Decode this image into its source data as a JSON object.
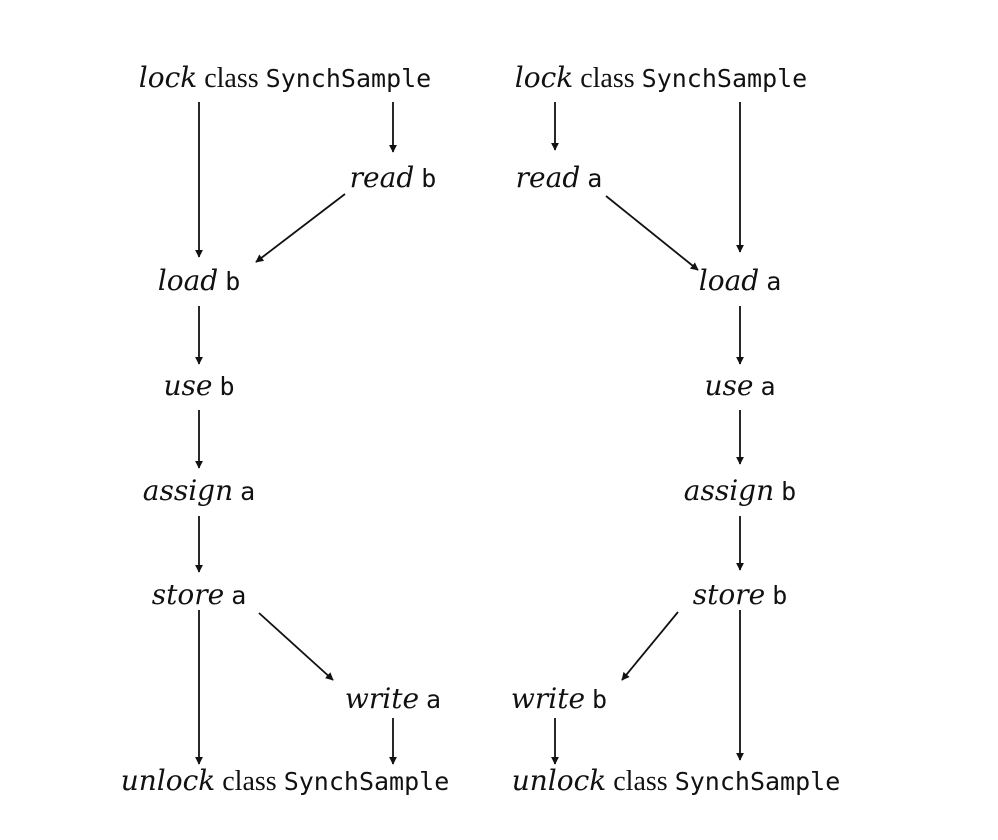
{
  "class_name": "SynchSample",
  "left_column": {
    "lock": {
      "op": "lock",
      "mid": "class",
      "code": "SynchSample"
    },
    "read": {
      "op": "read",
      "code": "b"
    },
    "load": {
      "op": "load",
      "code": "b"
    },
    "use": {
      "op": "use",
      "code": "b"
    },
    "assign": {
      "op": "assign",
      "code": "a"
    },
    "store": {
      "op": "store",
      "code": "a"
    },
    "write": {
      "op": "write",
      "code": "a"
    },
    "unlock": {
      "op": "unlock",
      "mid": "class",
      "code": "SynchSample"
    }
  },
  "right_column": {
    "lock": {
      "op": "lock",
      "mid": "class",
      "code": "SynchSample"
    },
    "read": {
      "op": "read",
      "code": "a"
    },
    "load": {
      "op": "load",
      "code": "a"
    },
    "use": {
      "op": "use",
      "code": "a"
    },
    "assign": {
      "op": "assign",
      "code": "b"
    },
    "store": {
      "op": "store",
      "code": "b"
    },
    "write": {
      "op": "write",
      "code": "b"
    },
    "unlock": {
      "op": "unlock",
      "mid": "class",
      "code": "SynchSample"
    }
  }
}
